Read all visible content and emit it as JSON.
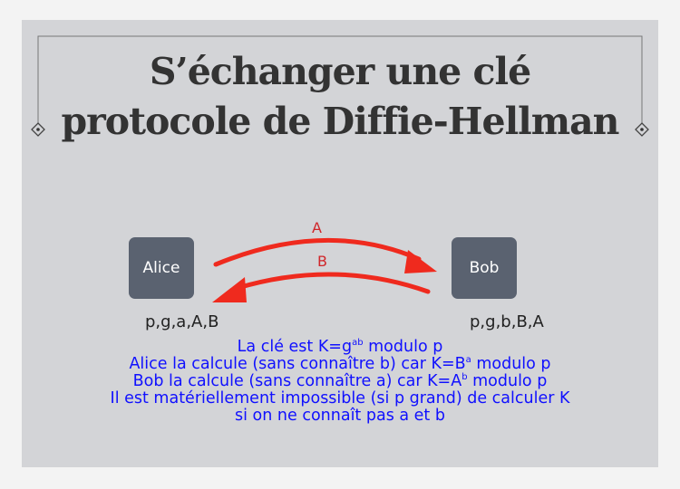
{
  "title": {
    "line1": "S’échanger une clé",
    "line2": "protocole de Diffie-Hellman"
  },
  "nodes": {
    "alice": "Alice",
    "bob": "Bob"
  },
  "arrows": {
    "top": "A",
    "bottom": "B"
  },
  "vars": {
    "alice": "p,g,a,A,B",
    "bob": "p,g,b,B,A"
  },
  "explanation": {
    "l1_pre": "La clé est K=g",
    "l1_sup": "ab",
    "l1_post": " modulo p",
    "l2_pre": "Alice la calcule (sans connaître b) car K=B",
    "l2_sup": "a",
    "l2_post": " modulo p",
    "l3_pre": "Bob la calcule (sans connaître a) car K=A",
    "l3_sup": "b",
    "l3_post": " modulo p",
    "l4": "Il est matériellement impossible (si p grand) de calculer K",
    "l5": "si on ne connaît pas a et b"
  },
  "colors": {
    "arrow": "#ef2a1e",
    "explanation_text": "#1010ff",
    "node_fill": "#5a6270",
    "slide_bg": "#d3d4d7"
  }
}
